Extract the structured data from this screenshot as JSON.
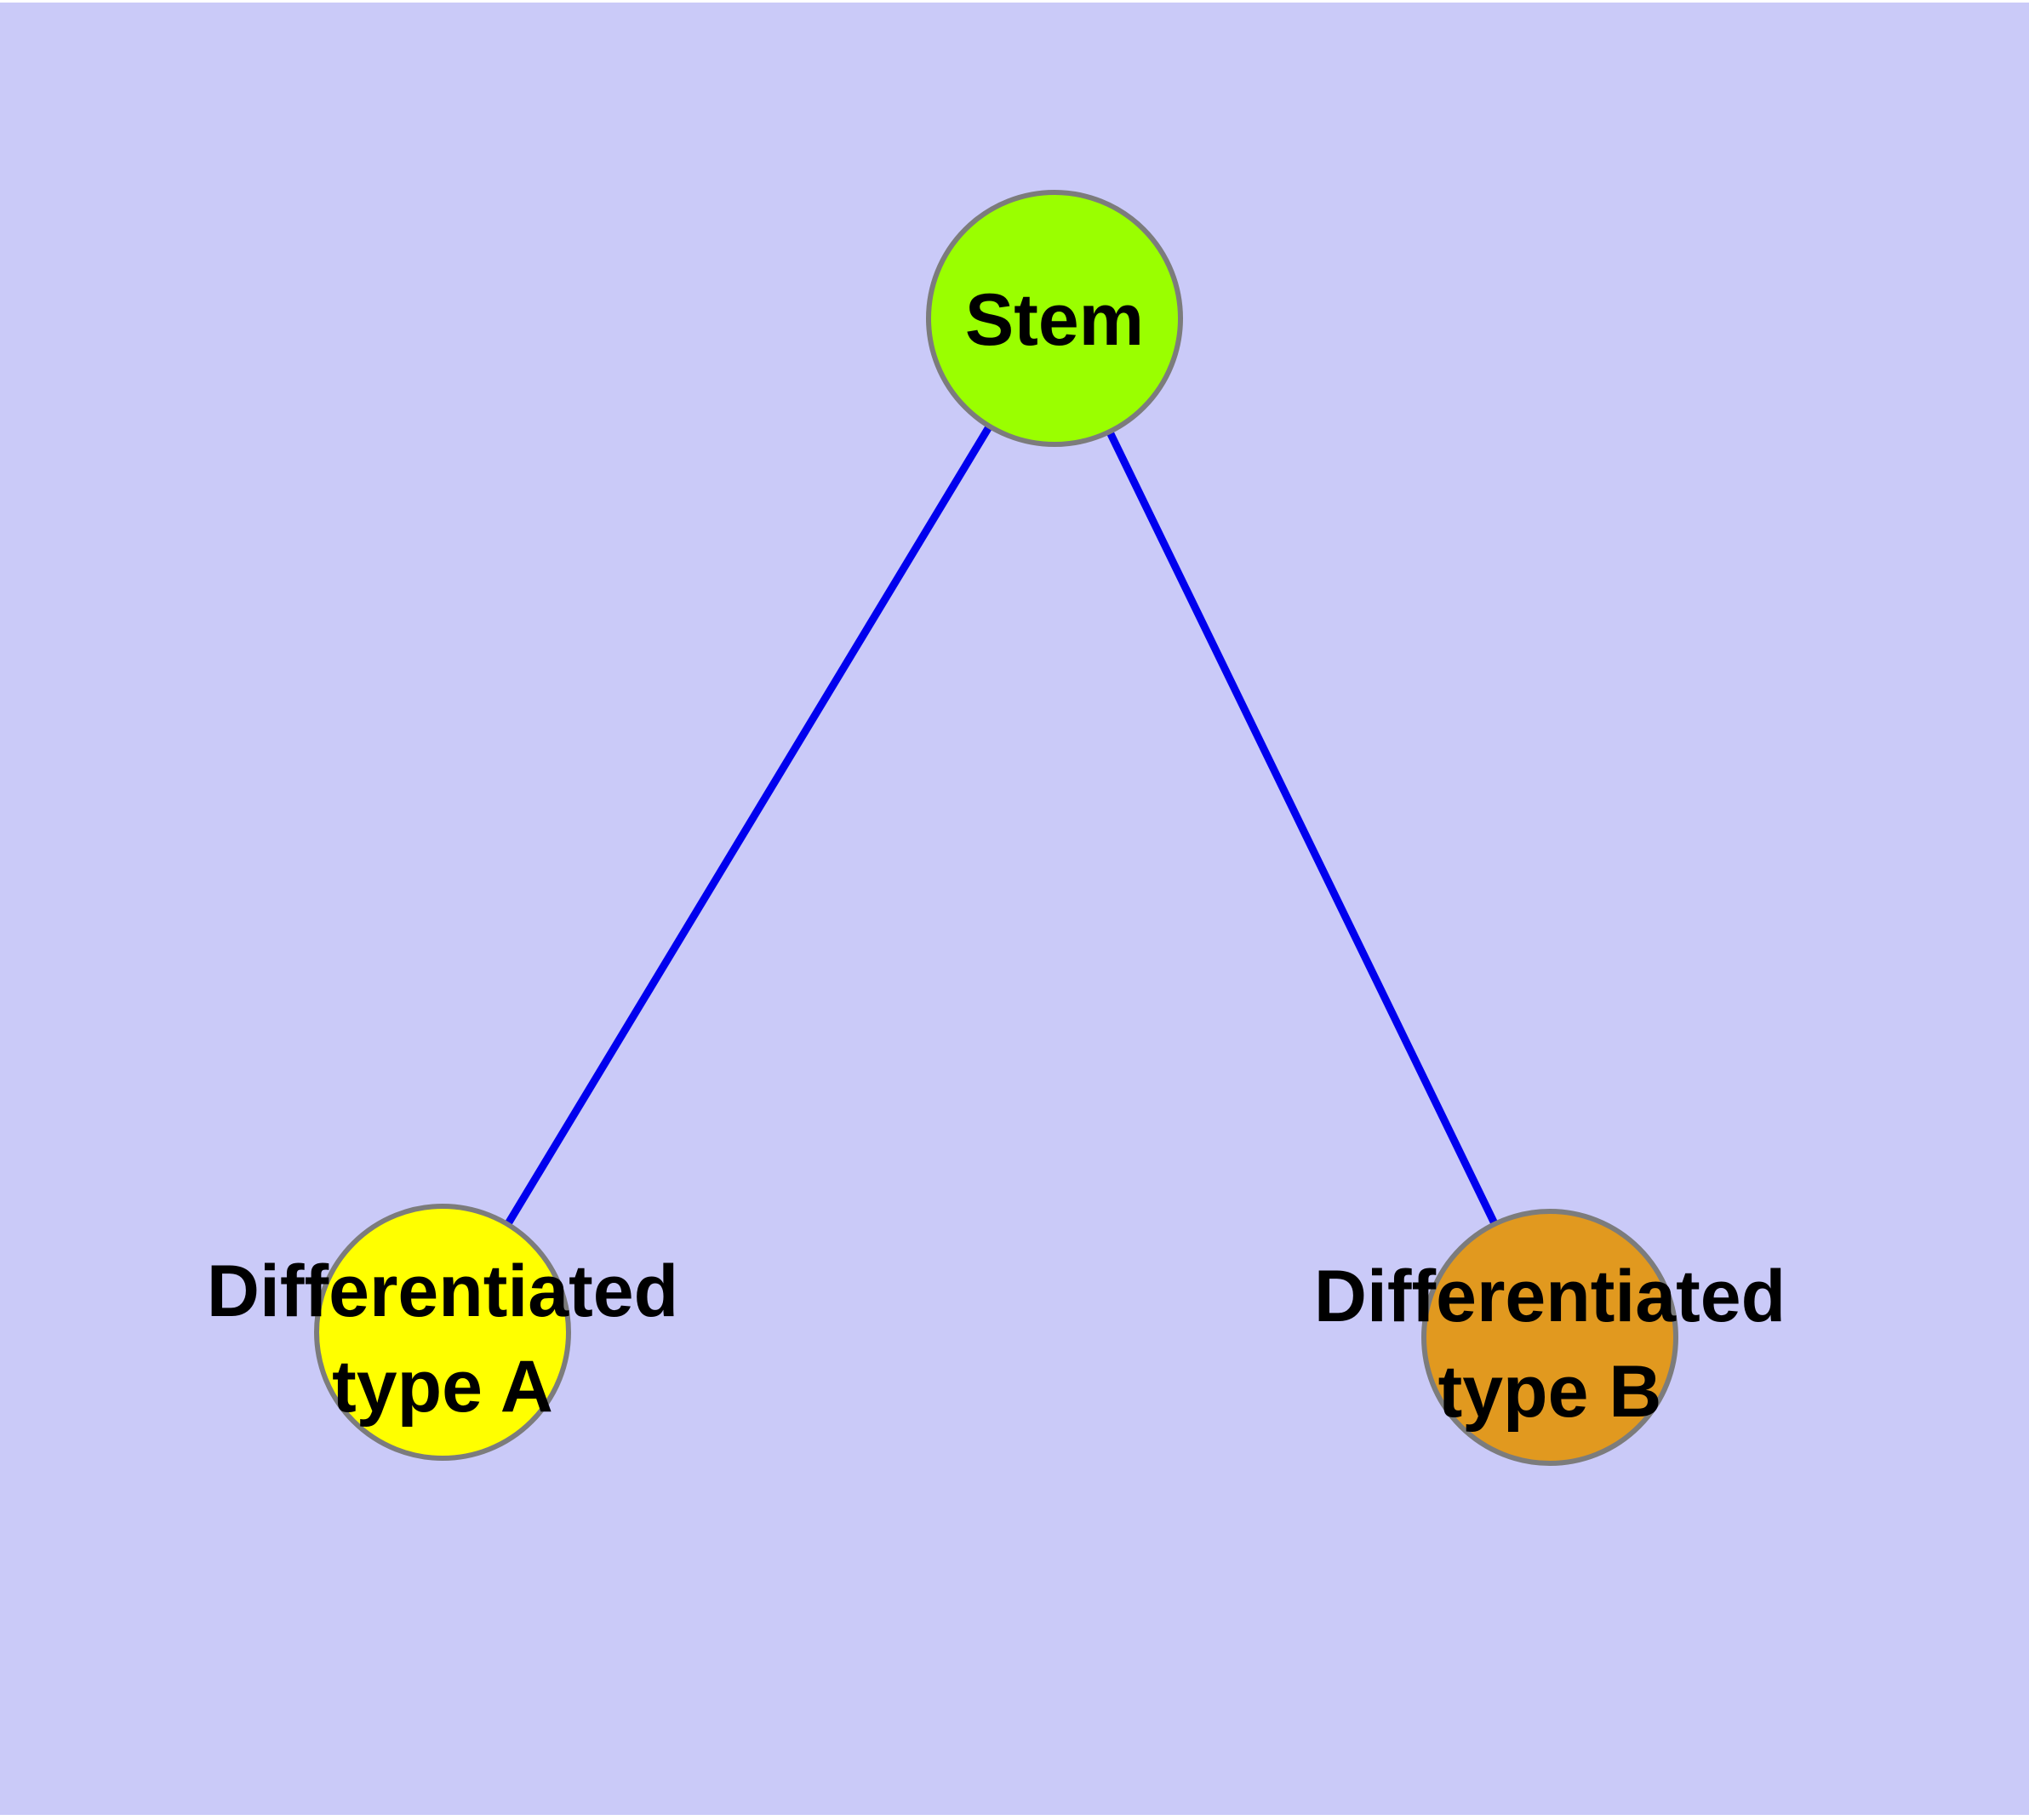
{
  "diagram": {
    "type": "node-link-graph",
    "background_color": "#cacaf8",
    "margin_color": "#ffffff",
    "edge_color": "#0000ee",
    "node_border_color": "#7c7c7c",
    "label_color": "#000000",
    "nodes": [
      {
        "id": "stem",
        "label": "Stem",
        "fill": "#9aff00"
      },
      {
        "id": "differentiated-a",
        "label_line1": "Differentiated",
        "label_line2": "type A",
        "fill": "#ffff00"
      },
      {
        "id": "differentiated-b",
        "label_line1": "Differentiated",
        "label_line2": "type B",
        "fill": "#e1991f"
      }
    ],
    "edges": [
      {
        "from": "stem",
        "to": "differentiated-a"
      },
      {
        "from": "stem",
        "to": "differentiated-b"
      }
    ]
  }
}
